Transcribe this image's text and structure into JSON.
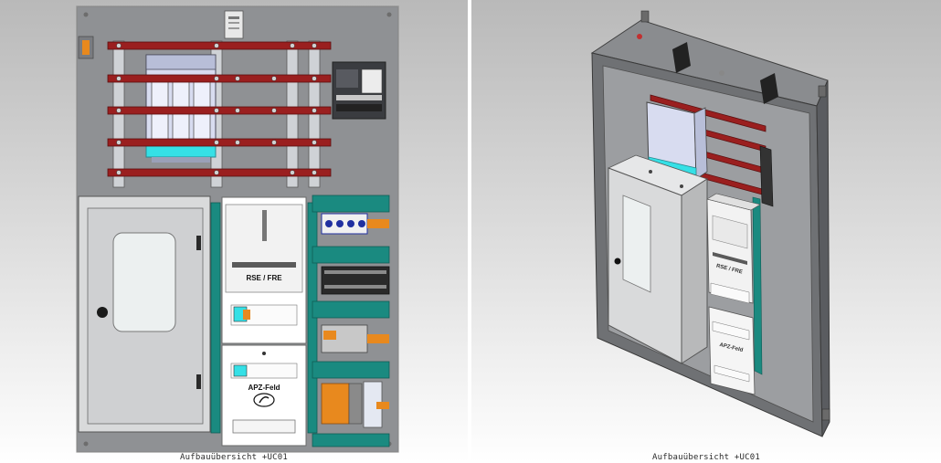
{
  "views": [
    {
      "id": "front",
      "caption": "Aufbauübersicht +UC01",
      "labels": {
        "meter_field": "RSE / FRE",
        "apz_field": "APZ-Feld"
      }
    },
    {
      "id": "iso",
      "caption": "Aufbauübersicht +UC01",
      "labels": {
        "meter_field": "RSE / FRE",
        "apz_field": "APZ-Feld"
      }
    }
  ],
  "colors": {
    "background_top": "#b8b8b8",
    "background_bottom": "#ffffff",
    "cabinet": "#8f9194",
    "busbar": "#9a1f1f",
    "teal_rail": "#1a8a80",
    "cyan_accent": "#35e0e6",
    "switch_body": "#d8dcf0",
    "orange_terminal": "#e8891e"
  }
}
